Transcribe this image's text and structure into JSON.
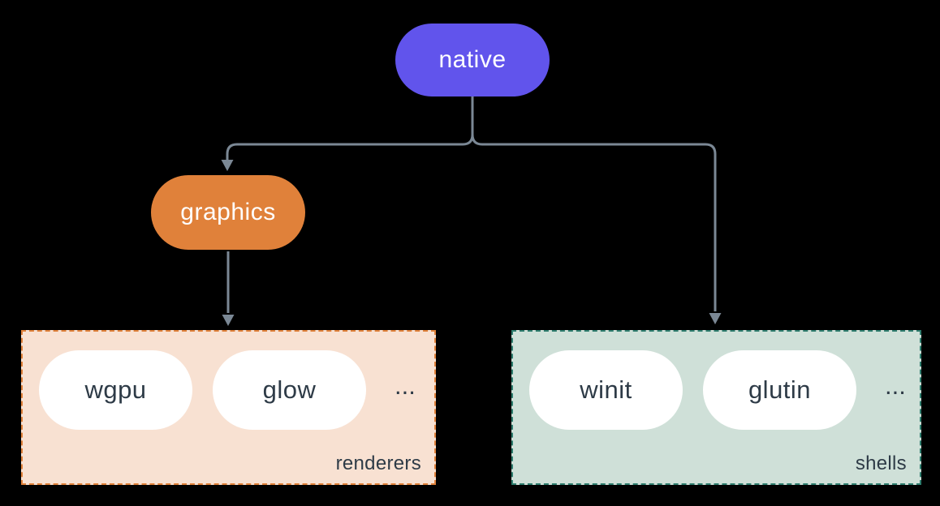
{
  "nodes": {
    "native": {
      "label": "native",
      "fill": "#6154EC",
      "text_color": "#FFFFFF"
    },
    "graphics": {
      "label": "graphics",
      "fill": "#E0813A",
      "text_color": "#FFFFFF"
    }
  },
  "groups": {
    "renderers": {
      "label": "renderers",
      "fill": "#F8E1D2",
      "border_color": "#E0813A",
      "pills": [
        "wgpu",
        "glow"
      ],
      "ellipsis": "...",
      "pill_fill": "#FFFFFF",
      "pill_text_color": "#2E3B47"
    },
    "shells": {
      "label": "shells",
      "fill": "#CFE0D8",
      "border_color": "#2E7D6E",
      "pills": [
        "winit",
        "glutin"
      ],
      "ellipsis": "...",
      "pill_fill": "#FFFFFF",
      "pill_text_color": "#2E3B47"
    }
  },
  "edges": [
    {
      "from": "native",
      "to": "graphics"
    },
    {
      "from": "native",
      "to": "shells"
    },
    {
      "from": "graphics",
      "to": "renderers"
    }
  ],
  "colors": {
    "background": "#000000",
    "edge": "#7B8895",
    "label_text": "#2E3B47"
  }
}
